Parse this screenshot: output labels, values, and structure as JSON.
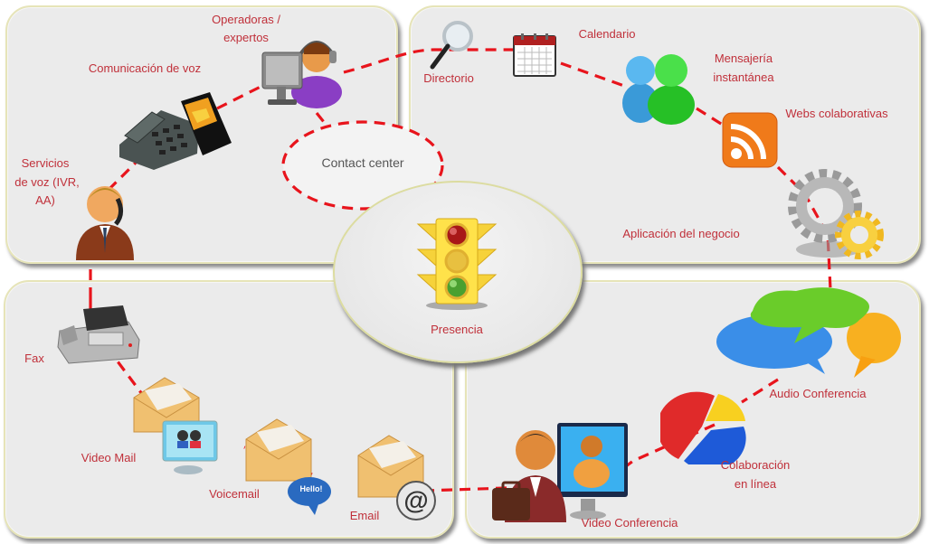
{
  "diagram": {
    "center": {
      "label": "Presencia",
      "icon": "traffic-light-icon"
    },
    "contact_center": {
      "label": "Contact center"
    },
    "quadrants": {
      "voice": {
        "items": [
          {
            "label": "Operadoras / expertos",
            "line1": "Operadoras /",
            "line2": "expertos",
            "icon": "call-center-operator-icon"
          },
          {
            "label": "Comunicación de voz",
            "icon": "desk-phone-and-mobile-icon"
          },
          {
            "label": "Servicios de voz (IVR, AA)",
            "line1": "Servicios",
            "line2": "de  voz (IVR,",
            "line3": "AA)",
            "icon": "person-on-phone-icon"
          }
        ]
      },
      "collaboration": {
        "items": [
          {
            "label": "Directorio",
            "icon": "magnifier-icon"
          },
          {
            "label": "Calendario",
            "icon": "calendar-icon"
          },
          {
            "label": "Mensajería instantánea",
            "line1": "Mensajería",
            "line2": "instantánea",
            "icon": "users-icon"
          },
          {
            "label": "Webs colaborativas",
            "icon": "rss-feed-icon"
          },
          {
            "label": "Aplicación del negocio",
            "icon": "gears-icon"
          }
        ]
      },
      "messaging": {
        "items": [
          {
            "label": "Fax",
            "icon": "fax-icon"
          },
          {
            "label": "Video Mail",
            "icon": "envelope-monitor-icon"
          },
          {
            "label": "Voicemail",
            "icon": "envelope-speech-icon",
            "bubble_text": "Hello!"
          },
          {
            "label": "Email",
            "icon": "envelope-at-icon",
            "at_symbol": "@"
          }
        ]
      },
      "conferencing": {
        "items": [
          {
            "label": "Audio Conferencia",
            "icon": "speech-bubbles-icon"
          },
          {
            "label": "Colaboración en línea",
            "line1": "Colaboración",
            "line2": "en línea",
            "icon": "pie-chart-icon"
          },
          {
            "label": "Video Conferencia",
            "icon": "video-conference-icon"
          }
        ]
      }
    },
    "colors": {
      "label": "#c0303a",
      "dash": "#e8141c",
      "panel": "#ebebeb",
      "panel_border": "#e6e4b8"
    }
  }
}
